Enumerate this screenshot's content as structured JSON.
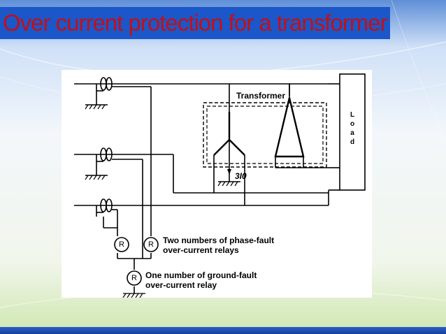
{
  "slide": {
    "title": "Over current protection for a transformer"
  },
  "diagram": {
    "transformer_label": "Transformer",
    "load_letters": [
      "L",
      "o",
      "a",
      "d"
    ],
    "ground_current_label": "3I0",
    "relay_symbol": "R",
    "phase_relay_note_line1": "Two numbers of phase-fault",
    "phase_relay_note_line2": "over-current relays",
    "ground_relay_note_line1": "One number of ground-fault",
    "ground_relay_note_line2": "over-current relay"
  },
  "colors": {
    "title_text": "#c0101a",
    "title_band": "#1b57c8",
    "line": "#000000"
  }
}
